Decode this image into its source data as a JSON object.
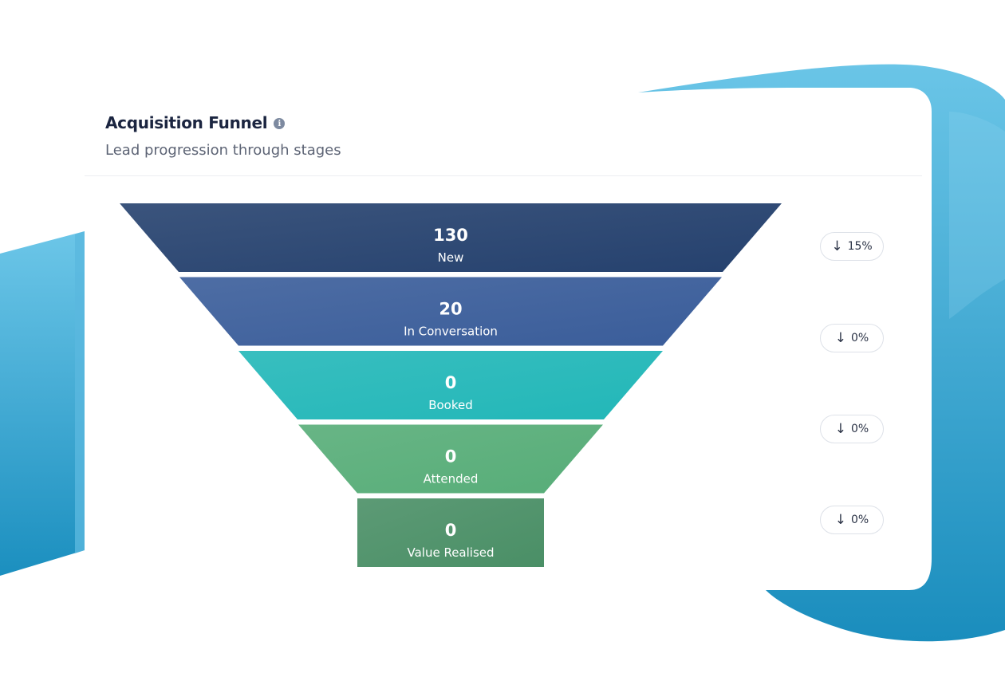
{
  "header": {
    "title": "Acquisition Funnel",
    "subtitle": "Lead progression through stages"
  },
  "colors": {
    "stage_fills": [
      "#25416e",
      "#3a5d9a",
      "#22b7b8",
      "#57ad78",
      "#4a8f66"
    ],
    "background_accent": "#2fa0d0"
  },
  "icons": {
    "info": "info-icon",
    "drop": "arrow-down-icon"
  },
  "chart_data": {
    "type": "funnel",
    "title": "Acquisition Funnel",
    "subtitle": "Lead progression through stages",
    "categories": [
      "New",
      "In Conversation",
      "Booked",
      "Attended",
      "Value Realised"
    ],
    "values": [
      130,
      20,
      0,
      0,
      0
    ],
    "stage_values_text": [
      "130",
      "20",
      "0",
      "0",
      "0"
    ],
    "drop_labels": [
      "15%",
      "0%",
      "0%",
      "0%"
    ]
  }
}
